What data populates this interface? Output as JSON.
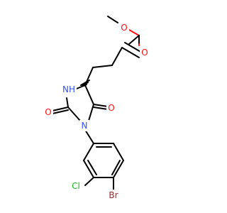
{
  "molecule": {
    "atoms": {
      "o_ester_single": "O",
      "o_ester_double": "O",
      "nh": "NH",
      "n_ring": "N",
      "o_urea": "O",
      "o_amide": "O",
      "cl": "Cl",
      "br": "Br"
    }
  },
  "colors": {
    "carbon": "#000000",
    "oxygen": "#ff0d0d",
    "nitrogen": "#3050f8",
    "chlorine": "#1fb81f",
    "bromine": "#a62929"
  }
}
